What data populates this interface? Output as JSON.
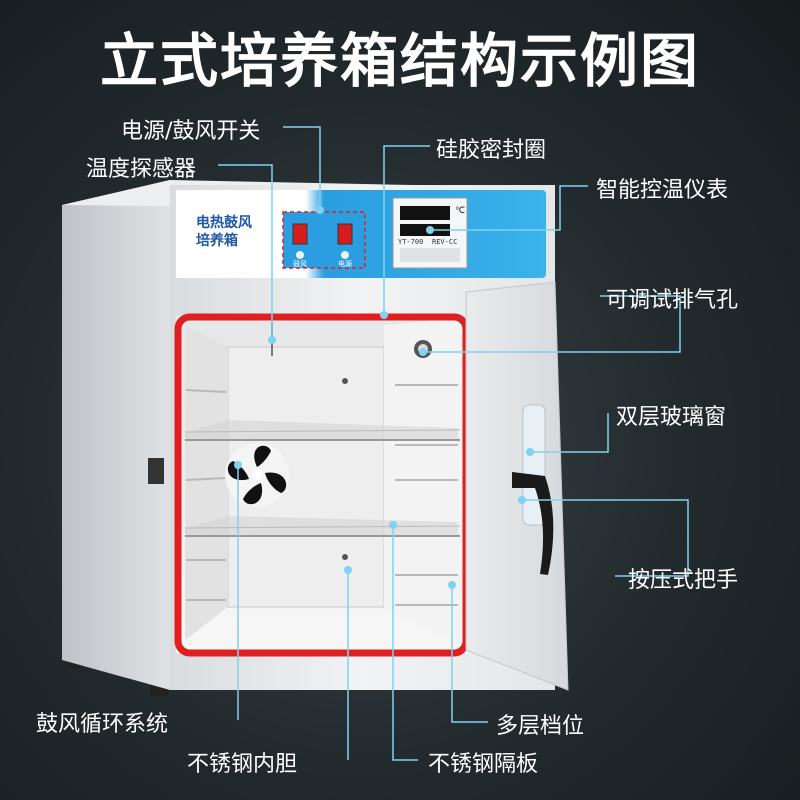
{
  "title": "立式培养箱结构示例图",
  "brand_panel": {
    "line1": "电热鼓风",
    "line2": "培养箱"
  },
  "controller": {
    "model": "YT-700",
    "brand": "REV-CC",
    "unit": "℃"
  },
  "switches": [
    {
      "name": "鼓风"
    },
    {
      "name": "电源"
    }
  ],
  "callouts": {
    "power_fan_switch": "电源/鼓风开关",
    "temp_sensor": "温度探感器",
    "silicone_seal": "硅胶密封圈",
    "smart_controller": "智能控温仪表",
    "adjustable_vent": "可调试排气孔",
    "double_glass": "双层玻璃窗",
    "press_handle": "按压式把手",
    "fan_circulation": "鼓风循环系统",
    "multi_level": "多层档位",
    "steel_liner": "不锈钢内胆",
    "steel_shelf": "不锈钢隔板"
  },
  "colors": {
    "accent_line": "#7fd2f0",
    "seal": "#e02020",
    "panel_blue": "#29a3df"
  }
}
